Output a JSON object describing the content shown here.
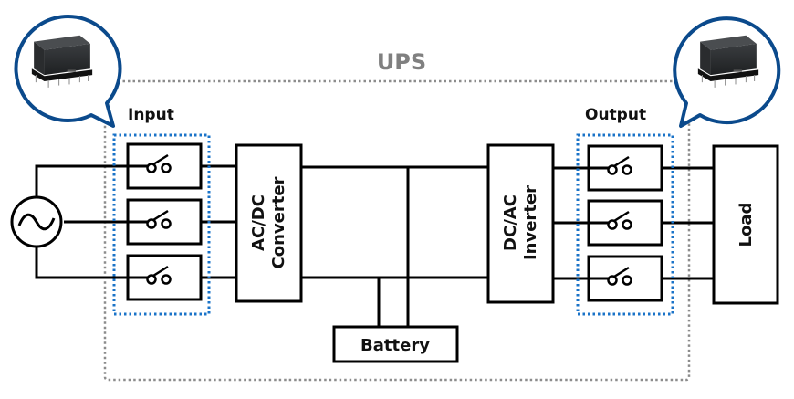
{
  "diagram": {
    "title": "UPS",
    "input_label": "Input",
    "output_label": "Output",
    "converter_line1": "AC/DC",
    "converter_line2": "Converter",
    "inverter_line1": "DC/AC",
    "inverter_line2": "Inverter",
    "battery_label": "Battery",
    "load_label": "Load",
    "source_icon": "ac-source-icon",
    "switch_icon": "relay-switch-icon",
    "callout_image": "relay-photo",
    "colors": {
      "ups_border": "#8c8c8c",
      "relay_group_border": "#1a73c8",
      "callout_border": "#0b4a8c",
      "line": "#000000",
      "title": "#808080"
    }
  }
}
